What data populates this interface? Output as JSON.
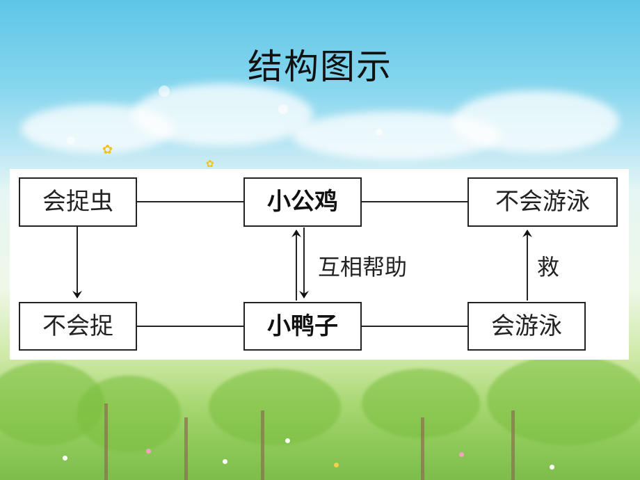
{
  "title": "结构图示",
  "nodes": {
    "catch_bugs": "会捉虫",
    "rooster": "小公鸡",
    "cannot_swim": "不会游泳",
    "cannot_catch": "不会捉",
    "duckling": "小鸭子",
    "can_swim": "会游泳"
  },
  "edges": {
    "help_each_other": "互相帮助",
    "save": "救"
  }
}
